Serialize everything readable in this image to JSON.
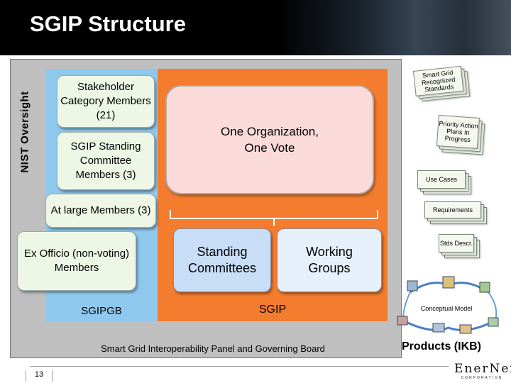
{
  "slide": {
    "title": "SGIP Structure",
    "page_number": "13"
  },
  "nist": {
    "label": "NIST Oversight"
  },
  "sgipgb": {
    "stakeholder": "Stakeholder Category Members (21)",
    "standing": "SGIP Standing Committee Members (3)",
    "at_large": "At large Members (3)",
    "ex_officio": "Ex Officio (non-voting) Members",
    "label": "SGIPGB"
  },
  "sgip": {
    "org": "One Organization, One Vote",
    "committees": "Standing Committees",
    "working_groups": "Working Groups",
    "label": "SGIP"
  },
  "panel_label": "Smart Grid Interoperability Panel and Governing Board",
  "products": {
    "smart_grid_standards": "Smart Grid Recognized Standards",
    "priority_plans": "Priority Action Plans In Progress",
    "use_cases": "Use Cases",
    "requirements": "Requirements",
    "stds_descr": "Stds Descr.",
    "conceptual_model": "Conceptual Model",
    "label": "Products (IKB)"
  },
  "logo": {
    "text": "EnerNex",
    "subtext": "CORPORATION"
  },
  "colors": {
    "header": "#000000",
    "sgipgb_panel": "#8ec8ec",
    "sgip_panel": "#f47c2e",
    "nist_panel": "#bfbfbf"
  }
}
